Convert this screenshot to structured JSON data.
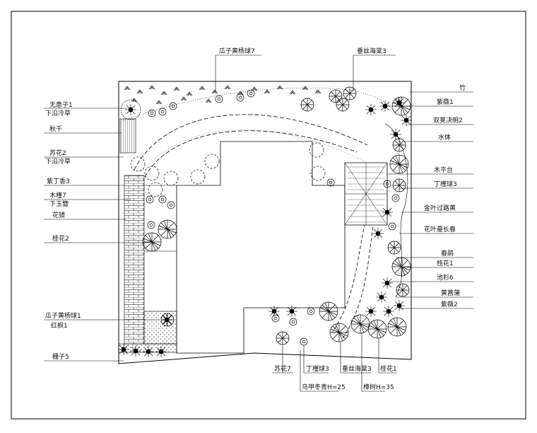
{
  "drawing": {
    "labels_left": {
      "l1": "无患子1",
      "l2": "下沿冷草",
      "l3": "秋千",
      "l4": "苏花2",
      "l5": "下沿冷草",
      "l6": "紫丁香3",
      "l7": "木槿7",
      "l8": "下玉簪",
      "l9": "花镜",
      "l10": "桂花2",
      "l11": "瓜子黄杨球1",
      "l12": "红枫1",
      "l13": "栅子5"
    },
    "labels_top": {
      "t1": "瓜子黄杨球7",
      "t2": "垂丝海棠3"
    },
    "labels_right": {
      "r1": "竹",
      "r2": "紫薇1",
      "r3": "双荚决明2",
      "r4": "水体",
      "r5": "木平台",
      "r6": "丁槿球3",
      "r7": "金叶过路黄",
      "r8": "花叶蔓长春",
      "r9": "春鹃",
      "r10": "桂花1",
      "r11": "池杉6",
      "r12": "黄菖蒲",
      "r13": "紫薇2"
    },
    "labels_bottom": {
      "b1": "苏花7",
      "b2": "丁槿球3",
      "b3": "垂丝海棠3",
      "b4": "桂花1",
      "b5": "乌甲冬青H=25",
      "b6": "樟树H=35"
    }
  }
}
